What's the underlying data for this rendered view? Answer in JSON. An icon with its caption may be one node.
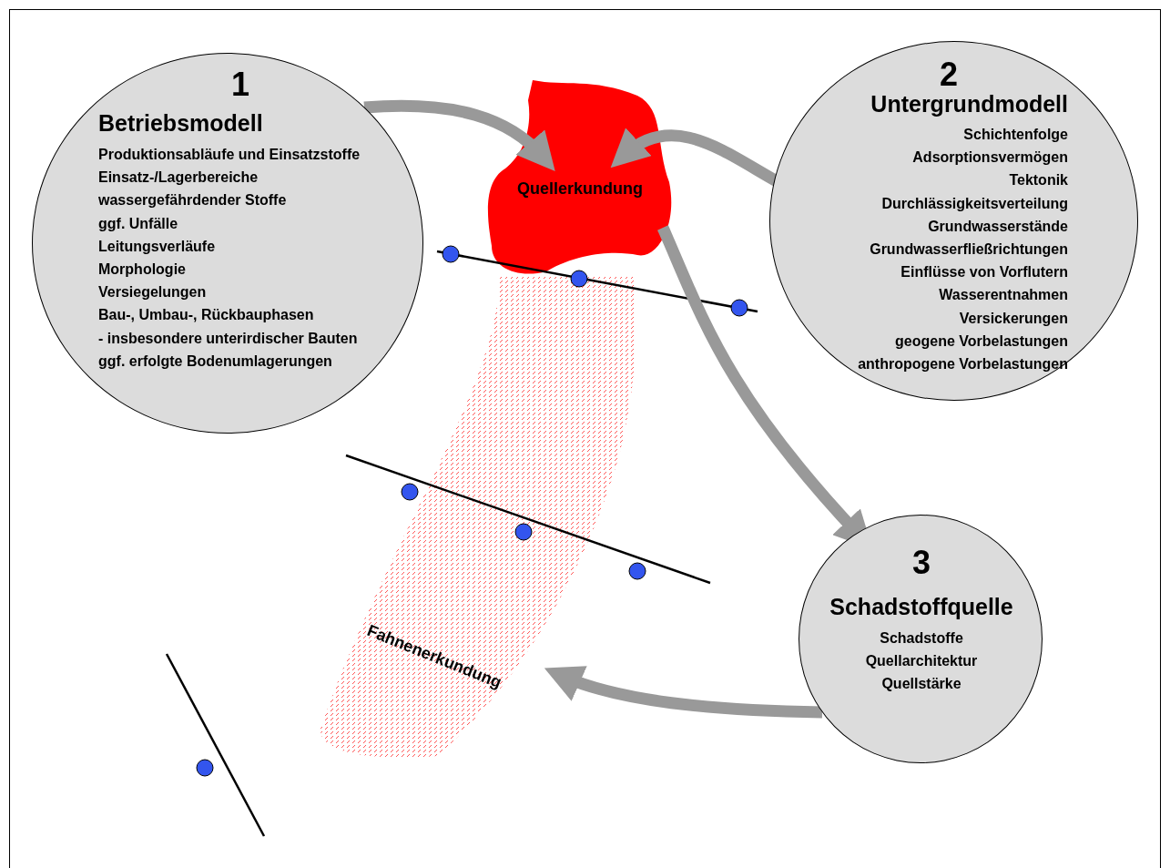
{
  "diagram": {
    "nodes": [
      {
        "text": [
          "1",
          "Betriebsmodell",
          "Produktionsabläufe und Einsatzstoffe",
          "Einsatz-/Lagerbereiche wassergefährdender Stoffe",
          "ggf. Unfälle",
          "Leitungsverläufe",
          "Morphologie",
          "Versiegelungen",
          "Bau-, Umbau-, Rückbauphasen",
          "- insbesondere unterirdischer Bauten",
          "ggf. erfolgte Bodenumlagerungen"
        ]
      },
      {
        "text": [
          "Quellerkundung"
        ]
      },
      {
        "text": [
          "2",
          "Untergrundmodell",
          "Schichtenfolge",
          "Adsorptionsvermögen",
          "Tektonik",
          "Durchlässigkeitsverteilung",
          "Grundwasserstände",
          "Grundwasserfließrichtungen",
          "Einflüsse von Vorflutern",
          "Wasserentnahmen",
          "Versickerungen",
          "geogene Vorbelastungen",
          "anthropogene Vorbelastungen"
        ]
      },
      {
        "text": [
          "Fahnenerkundung"
        ]
      },
      {
        "text": [
          "3",
          "Schadstoffquelle",
          "Schadstoffe",
          "Quellarchitektur",
          "Quellstärke"
        ]
      }
    ],
    "edges": [
      {
        "from": 0,
        "to": 1,
        "arrow": "to"
      },
      {
        "from": 2,
        "to": 1,
        "arrow": "to"
      },
      {
        "from": 1,
        "to": 4,
        "arrow": "to"
      },
      {
        "from": 4,
        "to": 3,
        "arrow": "to"
      }
    ]
  }
}
